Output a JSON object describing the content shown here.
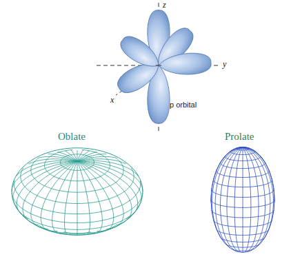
{
  "diagram": {
    "labels": [
      "z",
      "y",
      "x",
      "p orbital",
      "Oblate",
      "Prolate"
    ]
  }
}
